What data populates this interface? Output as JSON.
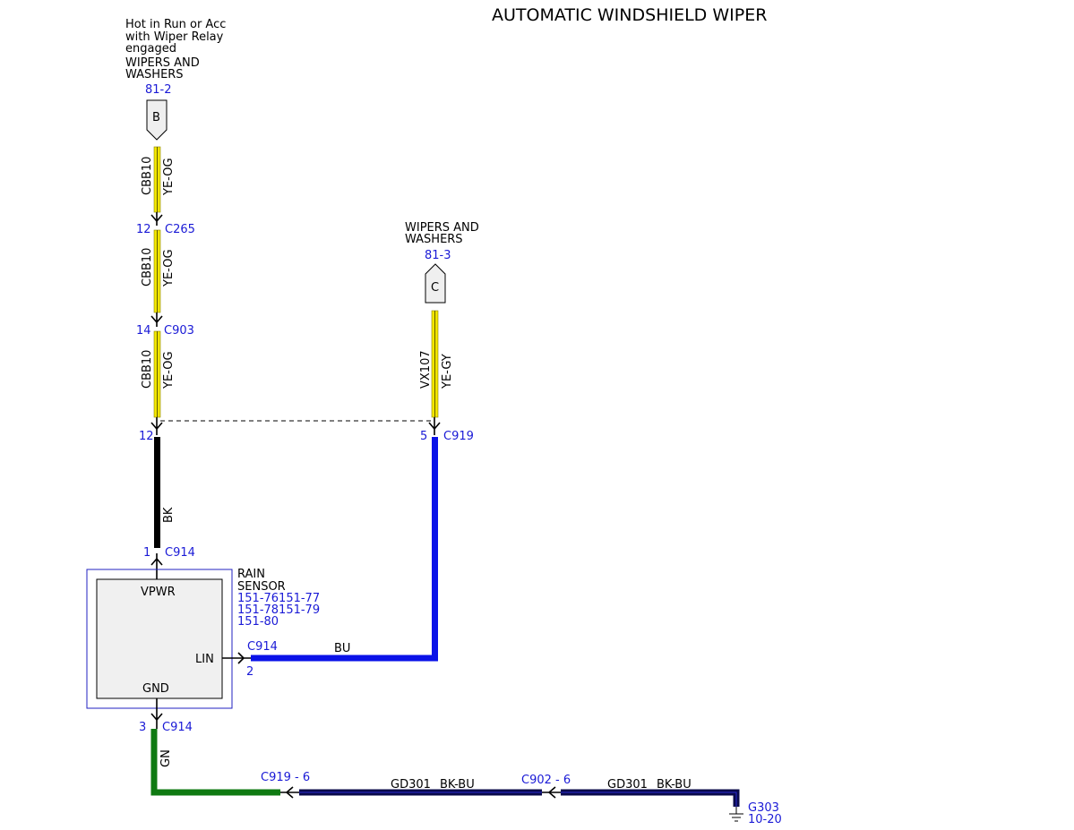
{
  "title": "AUTOMATIC WINDSHIELD WIPER",
  "source_b": {
    "note_lines": [
      "Hot in Run or Acc",
      "with Wiper Relay",
      "engaged"
    ],
    "system_lines": [
      "WIPERS AND",
      "WASHERS"
    ],
    "page_ref": "81-2",
    "letter": "B"
  },
  "source_c": {
    "system_lines": [
      "WIPERS AND",
      "WASHERS"
    ],
    "page_ref": "81-3",
    "letter": "C"
  },
  "wires": {
    "seg1": {
      "circuit": "CBB10",
      "color_code": "YE-OG"
    },
    "seg2": {
      "circuit": "CBB10",
      "color_code": "YE-OG"
    },
    "seg3": {
      "circuit": "CBB10",
      "color_code": "YE-OG"
    },
    "vx": {
      "circuit": "VX107",
      "color_code": "YE-GY"
    },
    "bk": {
      "color_code": "BK"
    },
    "bu": {
      "color_code": "BU"
    },
    "gn": {
      "color_code": "GN"
    },
    "gd1": {
      "circuit": "GD301",
      "color_code": "BK-BU"
    },
    "gd2": {
      "circuit": "GD301",
      "color_code": "BK-BU"
    }
  },
  "connectors": {
    "c265": {
      "pin": "12",
      "name": "C265"
    },
    "c903": {
      "pin": "14",
      "name": "C903"
    },
    "splice_l": {
      "pin": "12"
    },
    "c919": {
      "pin": "5",
      "name": "C919"
    },
    "c914_1": {
      "pin": "1",
      "name": "C914"
    },
    "c914_2": {
      "pin": "2",
      "name": "C914"
    },
    "c914_3": {
      "pin": "3",
      "name": "C914"
    },
    "c919_6": {
      "name": "C919 - 6"
    },
    "c902_6": {
      "name": "C902 - 6"
    }
  },
  "component": {
    "name_lines": [
      "RAIN",
      "SENSOR"
    ],
    "ref_lines": [
      "151-76151-77",
      "151-78151-79",
      "151-80"
    ],
    "pin_vpwr": "VPWR",
    "pin_lin": "LIN",
    "pin_gnd": "GND"
  },
  "ground": {
    "name": "G303",
    "page_ref": "10-20"
  },
  "colors": {
    "yellow": "#f2e600",
    "blue": "#0a12e8",
    "black": "#000000",
    "green": "#0f7a12",
    "navy": "#0a0a4a",
    "ref_blue": "#1a1ad6",
    "box_border": "#2020c0"
  }
}
